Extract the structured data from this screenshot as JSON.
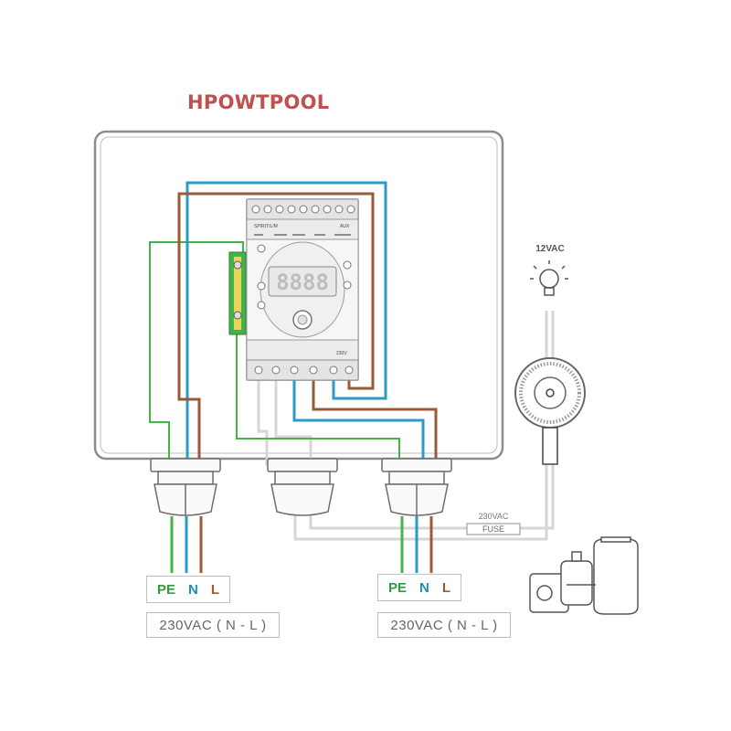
{
  "brand": {
    "title": "HPOWTPOOL"
  },
  "colors": {
    "brand": "#c0504d",
    "wire_pe": "#43b34a",
    "wire_n": "#2a9cc7",
    "wire_l": "#9a5a35",
    "wire_neutral_gray": "#d6d6d6",
    "enclosure": "#8c8c8c"
  },
  "lamp": {
    "label": "12VAC",
    "icon": "light-bulb-icon"
  },
  "transformer": {
    "icon": "toroidal-transformer-icon"
  },
  "fuse": {
    "voltage_label": "230VAC",
    "label": "FUSE"
  },
  "pump": {
    "icon": "pool-pump-filter-icon"
  },
  "controller": {
    "display": "8888",
    "top_labels": {
      "pump_label": "SPIRIT/L/M",
      "aux_label": "AUX"
    },
    "bottom_label": "230V"
  },
  "inputs": [
    {
      "pe": "PE",
      "n": "N",
      "l": "L",
      "voltage": "230VAC ( N - L )"
    },
    {
      "pe": "PE",
      "n": "N",
      "l": "L",
      "voltage": "230VAC ( N - L )"
    }
  ]
}
